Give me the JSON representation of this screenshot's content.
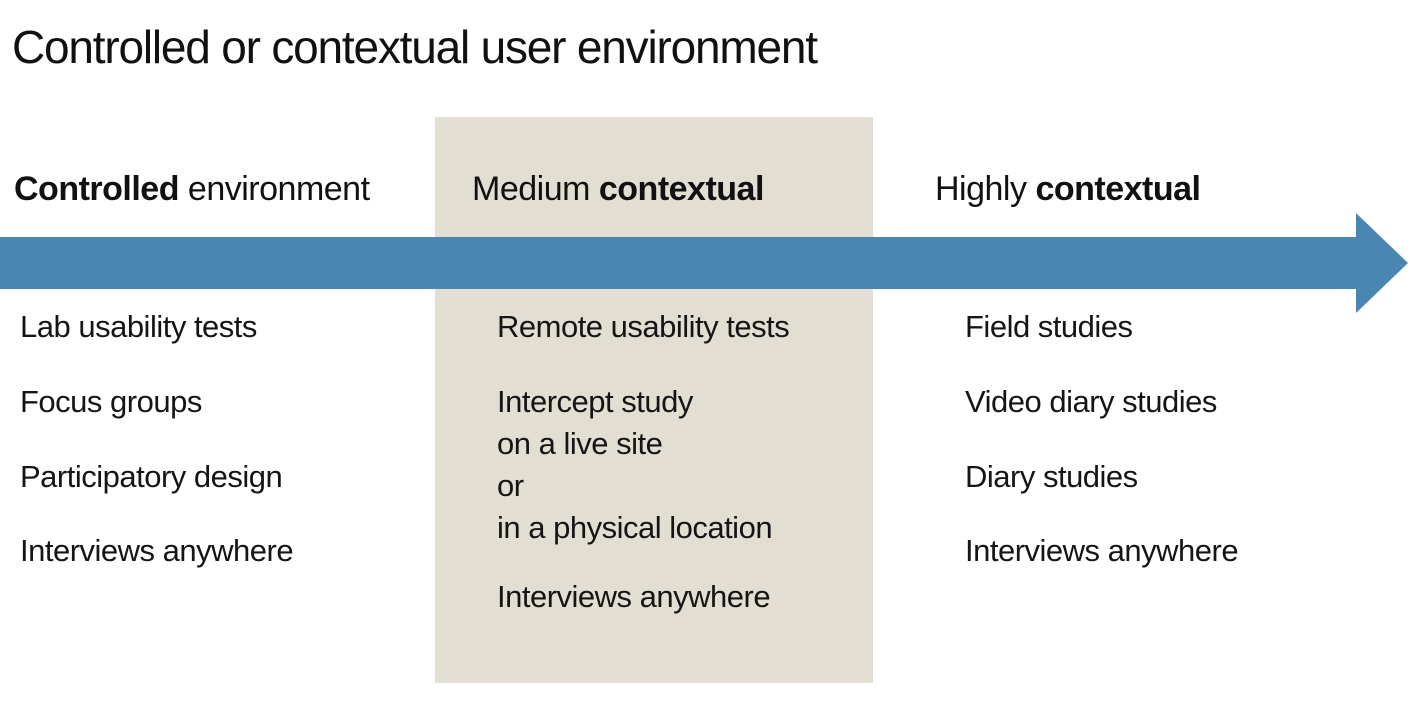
{
  "title": "Controlled or contextual user environment",
  "colors": {
    "arrow": "#4987b2",
    "highlight_box": "#e2dfd2",
    "text": "#111111"
  },
  "arrow": {
    "direction": "right",
    "meaning": "spectrum from controlled to contextual"
  },
  "columns": [
    {
      "id": "controlled",
      "header": {
        "parts": [
          {
            "text": "Controlled",
            "bold": true
          },
          {
            "text": " environment",
            "bold": false
          }
        ]
      },
      "items": [
        "Lab usability tests",
        "Focus groups",
        "Participatory design",
        "Interviews anywhere"
      ]
    },
    {
      "id": "medium-contextual",
      "highlighted": true,
      "header": {
        "parts": [
          {
            "text": "Medium ",
            "bold": false
          },
          {
            "text": "contextual",
            "bold": true
          }
        ]
      },
      "items": [
        "Remote usability tests",
        "Intercept study\non a live site\nor\nin a physical location",
        "Interviews anywhere"
      ]
    },
    {
      "id": "highly-contextual",
      "header": {
        "parts": [
          {
            "text": "Highly ",
            "bold": false
          },
          {
            "text": "contextual",
            "bold": true
          }
        ]
      },
      "items": [
        "Field studies",
        "Video diary studies",
        "Diary studies",
        "Interviews anywhere"
      ]
    }
  ]
}
